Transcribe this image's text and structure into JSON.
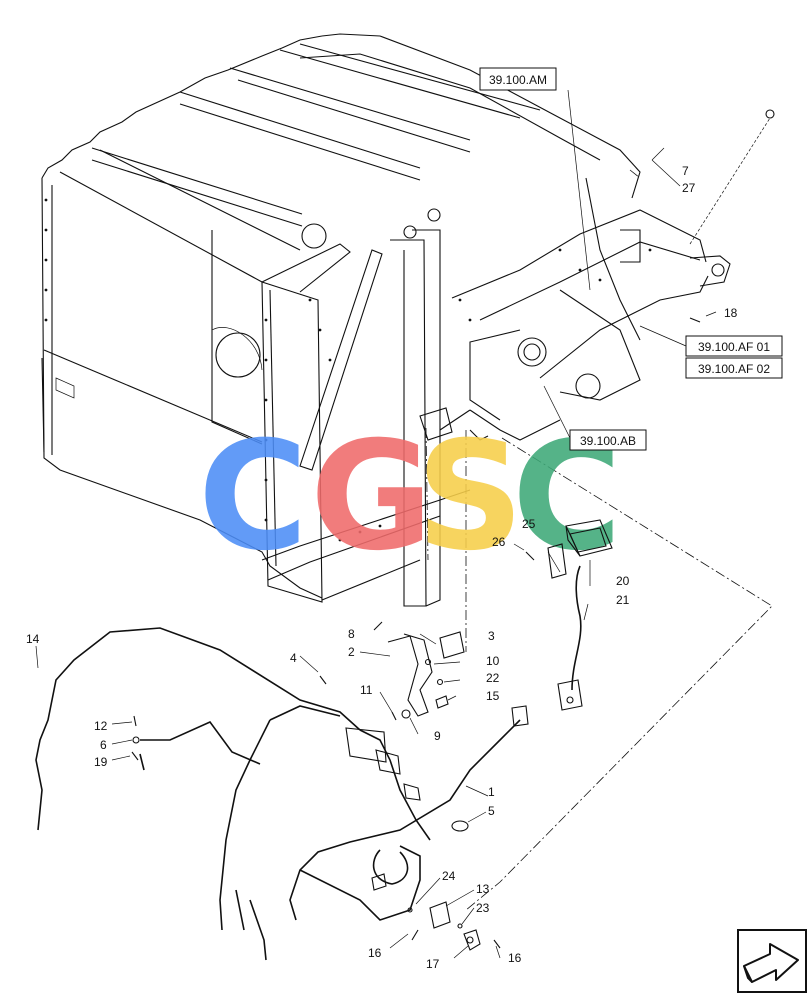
{
  "references": {
    "am": "39.100.AM",
    "af01": "39.100.AF 01",
    "af02": "39.100.AF 02",
    "ab": "39.100.AB"
  },
  "callouts": {
    "c1": "1",
    "c2": "2",
    "c3": "3",
    "c4": "4",
    "c5": "5",
    "c6": "6",
    "c7": "7",
    "c8": "8",
    "c9": "9",
    "c10": "10",
    "c11": "11",
    "c12": "12",
    "c13": "13",
    "c14": "14",
    "c15": "15",
    "c16a": "16",
    "c16b": "16",
    "c17": "17",
    "c18": "18",
    "c19": "19",
    "c20": "20",
    "c21": "21",
    "c22": "22",
    "c23": "23",
    "c24": "24",
    "c25": "25",
    "c26": "26",
    "c27": "27"
  },
  "watermark": {
    "letters": [
      "C",
      "G",
      "S",
      "C"
    ],
    "colors": [
      "#4d8ef7",
      "#f06b6b",
      "#f7cf4a",
      "#3ea978"
    ]
  },
  "icons": {
    "nav": "next-page-arrow-icon"
  }
}
